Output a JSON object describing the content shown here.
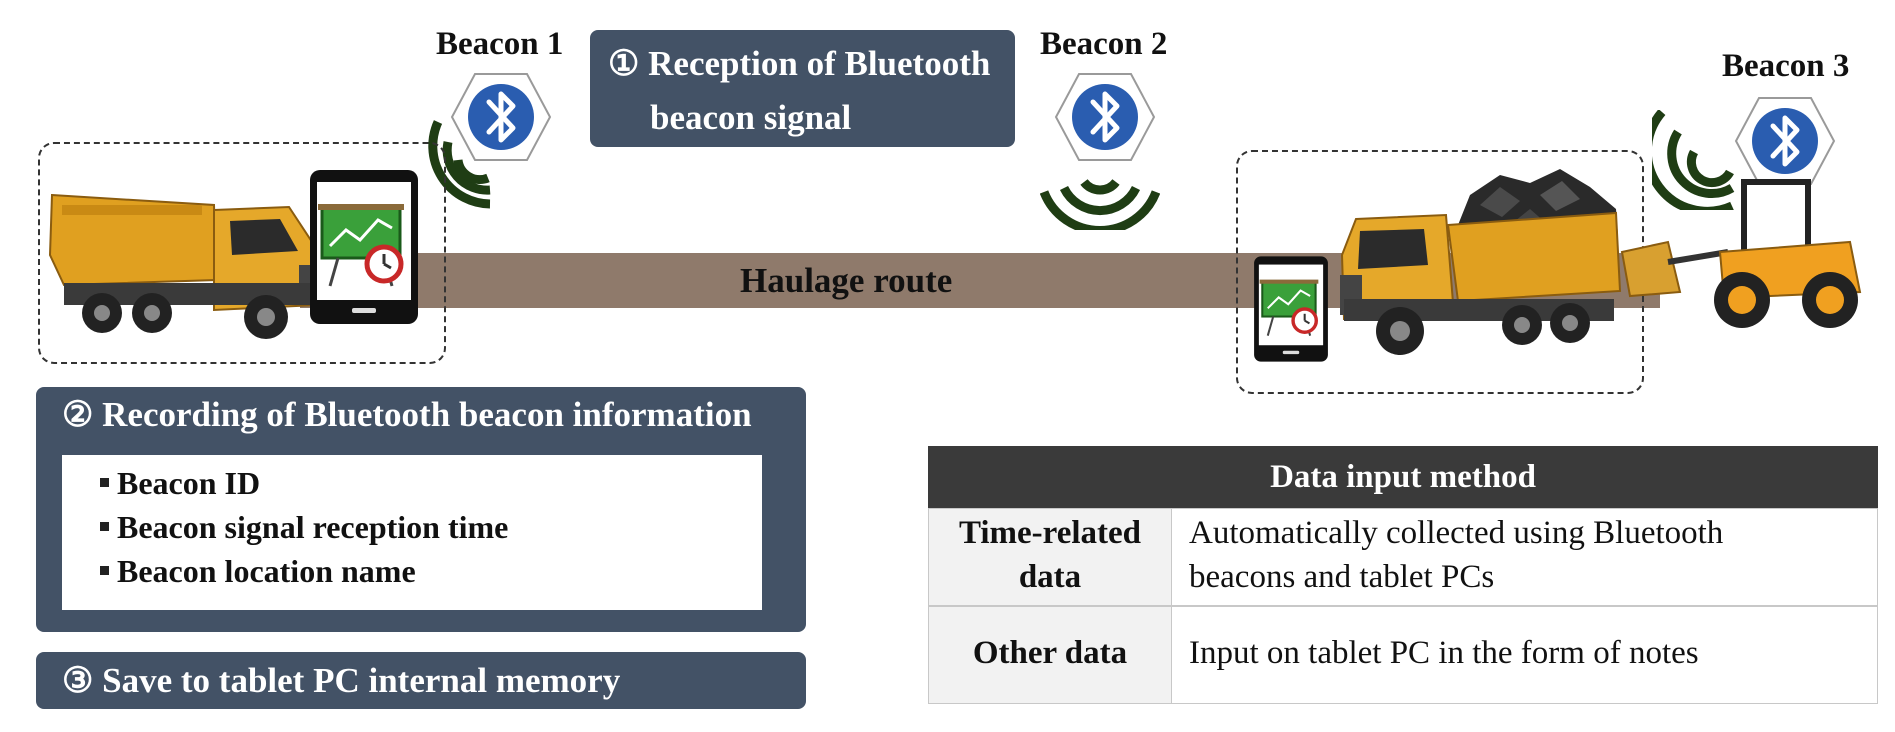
{
  "beacons": [
    {
      "label": "Beacon 1"
    },
    {
      "label": "Beacon 2"
    },
    {
      "label": "Beacon 3"
    }
  ],
  "step1": {
    "line1": "① Reception of Bluetooth",
    "line2": "beacon signal"
  },
  "route": {
    "label": "Haulage route"
  },
  "step2": {
    "title": "② Recording of Bluetooth beacon information",
    "items": [
      "Beacon ID",
      "Beacon signal reception time",
      "Beacon location name"
    ]
  },
  "step3": {
    "title": "③ Save to tablet PC internal memory"
  },
  "table": {
    "header": "Data input method",
    "rows": [
      {
        "left1": "Time-related",
        "left2": "data",
        "right1": "Automatically collected using Bluetooth",
        "right2": "beacons and tablet PCs"
      },
      {
        "left1": "Other data",
        "right1": "Input on tablet PC in the form of notes"
      }
    ]
  },
  "icons": [
    "bluetooth-icon",
    "signal-waves-icon",
    "dump-truck-icon",
    "tablet-chart-icon",
    "wheel-loader-icon",
    "rock-pile-icon"
  ],
  "colors": {
    "box": "#435266",
    "route": "#8f7a6b",
    "bluetooth": "#2a5db0",
    "signal": "#1f3d14",
    "truck": "#e0a020",
    "tableHeader": "#3a3a3a"
  }
}
